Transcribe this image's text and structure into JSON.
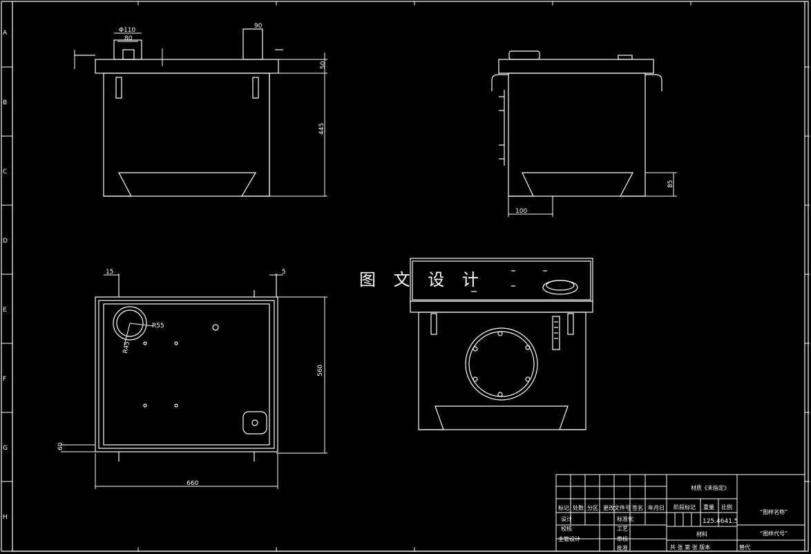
{
  "watermark": "图 文 设 计",
  "border": {
    "row_letters": [
      "A",
      "B",
      "C",
      "D",
      "E",
      "F",
      "G",
      "H"
    ]
  },
  "front_view": {
    "dims": [
      "Φ110",
      "80",
      "90",
      "50",
      "445"
    ]
  },
  "side_view": {
    "dims": [
      "100",
      "85"
    ]
  },
  "top_view": {
    "dims": [
      "15",
      "5",
      "R55",
      "R45",
      "560",
      "660",
      "60"
    ]
  },
  "title_block": {
    "drawing_name": "材质《未指定》",
    "drawing_no_1": "“图样名称”",
    "drawing_no_2": "“图样代号”",
    "weight_label": "重量",
    "scale_label": "比例",
    "stage_label": "阶段标记",
    "weight_value": "125.4641.5",
    "material_label": "材料",
    "replace_label": "替代",
    "sheet_labels": "共 张  第 张  版本",
    "headers": [
      "标记",
      "处数",
      "分区",
      "更改文件号",
      "签名",
      "年月日"
    ],
    "roles_left": [
      "设计",
      "校核",
      "主管设计"
    ],
    "roles_right": [
      "标准化",
      "工艺",
      "审核",
      "批准"
    ]
  }
}
